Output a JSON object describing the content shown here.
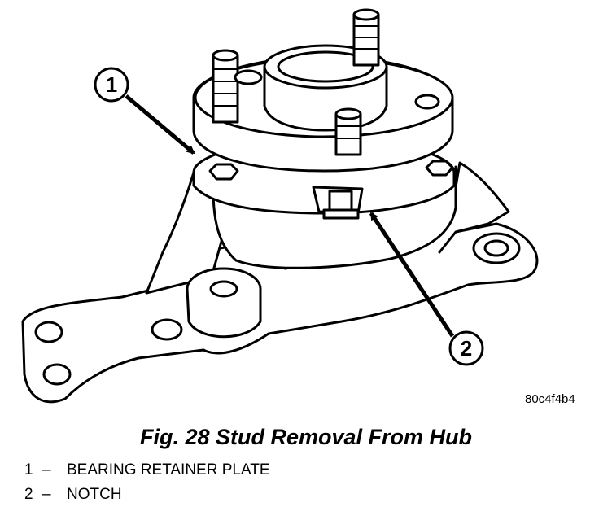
{
  "figure": {
    "title": "Fig. 28 Stud Removal From Hub",
    "image_code": "80c4f4b4"
  },
  "callouts": [
    {
      "number": "1",
      "label": "BEARING RETAINER PLATE"
    },
    {
      "number": "2",
      "label": "NOTCH"
    }
  ],
  "legend_separator": "–"
}
